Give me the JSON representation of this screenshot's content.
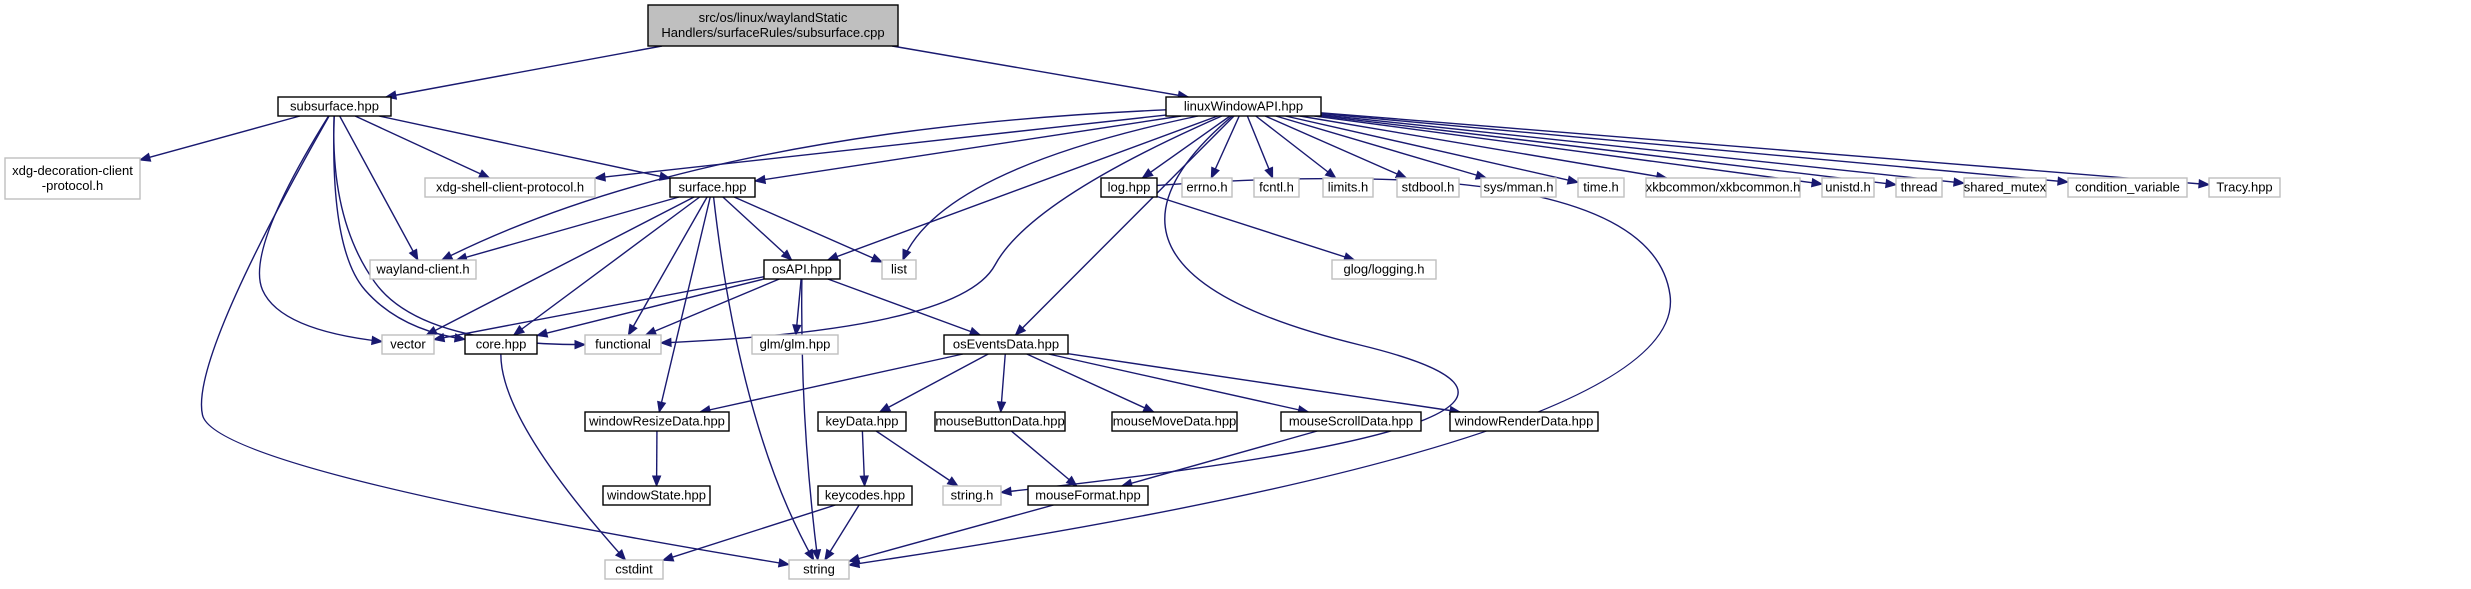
{
  "colors": {
    "edge": "#191970",
    "root_fill": "#bfbfbf",
    "project_border": "#000000",
    "external_border": "#bfbfbf",
    "external_text": "#555555",
    "text": "#000000"
  },
  "nodes": [
    {
      "id": "root",
      "kind": "root",
      "lines": [
        "src/os/linux/waylandStatic",
        "Handlers/surfaceRules/subsurface.cpp"
      ]
    },
    {
      "id": "subsurface_hpp",
      "kind": "project",
      "lines": [
        "subsurface.hpp"
      ]
    },
    {
      "id": "linuxWindowAPI_hpp",
      "kind": "project",
      "lines": [
        "linuxWindowAPI.hpp"
      ]
    },
    {
      "id": "xdg_decoration",
      "kind": "external",
      "lines": [
        "xdg-decoration-client",
        "-protocol.h"
      ]
    },
    {
      "id": "xdg_shell",
      "kind": "external",
      "lines": [
        "xdg-shell-client-protocol.h"
      ]
    },
    {
      "id": "surface_hpp",
      "kind": "project",
      "lines": [
        "surface.hpp"
      ]
    },
    {
      "id": "log_hpp",
      "kind": "project",
      "lines": [
        "log.hpp"
      ]
    },
    {
      "id": "errno_h",
      "kind": "external",
      "lines": [
        "errno.h"
      ]
    },
    {
      "id": "fcntl_h",
      "kind": "external",
      "lines": [
        "fcntl.h"
      ]
    },
    {
      "id": "limits_h",
      "kind": "external",
      "lines": [
        "limits.h"
      ]
    },
    {
      "id": "stdbool_h",
      "kind": "external",
      "lines": [
        "stdbool.h"
      ]
    },
    {
      "id": "sys_mman_h",
      "kind": "external",
      "lines": [
        "sys/mman.h"
      ]
    },
    {
      "id": "time_h",
      "kind": "external",
      "lines": [
        "time.h"
      ]
    },
    {
      "id": "xkbcommon_h",
      "kind": "external",
      "lines": [
        "xkbcommon/xkbcommon.h"
      ]
    },
    {
      "id": "unistd_h",
      "kind": "external",
      "lines": [
        "unistd.h"
      ]
    },
    {
      "id": "thread",
      "kind": "external",
      "lines": [
        "thread"
      ]
    },
    {
      "id": "shared_mutex",
      "kind": "external",
      "lines": [
        "shared_mutex"
      ]
    },
    {
      "id": "condition_variable",
      "kind": "external",
      "lines": [
        "condition_variable"
      ]
    },
    {
      "id": "tracy_hpp",
      "kind": "external",
      "lines": [
        "Tracy.hpp"
      ]
    },
    {
      "id": "wayland_client_h",
      "kind": "external",
      "lines": [
        "wayland-client.h"
      ]
    },
    {
      "id": "list",
      "kind": "external",
      "lines": [
        "list"
      ]
    },
    {
      "id": "osAPI_hpp",
      "kind": "project",
      "lines": [
        "osAPI.hpp"
      ]
    },
    {
      "id": "glog_logging_h",
      "kind": "external",
      "lines": [
        "glog/logging.h"
      ]
    },
    {
      "id": "vector",
      "kind": "external",
      "lines": [
        "vector"
      ]
    },
    {
      "id": "core_hpp",
      "kind": "project",
      "lines": [
        "core.hpp"
      ]
    },
    {
      "id": "functional",
      "kind": "external",
      "lines": [
        "functional"
      ]
    },
    {
      "id": "glm_glm_hpp",
      "kind": "external",
      "lines": [
        "glm/glm.hpp"
      ]
    },
    {
      "id": "osEventsData_hpp",
      "kind": "project",
      "lines": [
        "osEventsData.hpp"
      ]
    },
    {
      "id": "windowResizeData_hpp",
      "kind": "project",
      "lines": [
        "windowResizeData.hpp"
      ]
    },
    {
      "id": "keyData_hpp",
      "kind": "project",
      "lines": [
        "keyData.hpp"
      ]
    },
    {
      "id": "mouseButtonData_hpp",
      "kind": "project",
      "lines": [
        "mouseButtonData.hpp"
      ]
    },
    {
      "id": "mouseMoveData_hpp",
      "kind": "project",
      "lines": [
        "mouseMoveData.hpp"
      ]
    },
    {
      "id": "mouseScrollData_hpp",
      "kind": "project",
      "lines": [
        "mouseScrollData.hpp"
      ]
    },
    {
      "id": "windowRenderData_hpp",
      "kind": "project",
      "lines": [
        "windowRenderData.hpp"
      ]
    },
    {
      "id": "windowState_hpp",
      "kind": "project",
      "lines": [
        "windowState.hpp"
      ]
    },
    {
      "id": "keycodes_hpp",
      "kind": "project",
      "lines": [
        "keycodes.hpp"
      ]
    },
    {
      "id": "string_h",
      "kind": "external",
      "lines": [
        "string.h"
      ]
    },
    {
      "id": "mouseFormat_hpp",
      "kind": "project",
      "lines": [
        "mouseFormat.hpp"
      ]
    },
    {
      "id": "cstdint",
      "kind": "external",
      "lines": [
        "cstdint"
      ]
    },
    {
      "id": "string",
      "kind": "external",
      "lines": [
        "string"
      ]
    }
  ],
  "edges": [
    {
      "from": "root",
      "to": "subsurface_hpp"
    },
    {
      "from": "root",
      "to": "linuxWindowAPI_hpp"
    },
    {
      "from": "subsurface_hpp",
      "to": "xdg_decoration"
    },
    {
      "from": "subsurface_hpp",
      "to": "xdg_shell"
    },
    {
      "from": "subsurface_hpp",
      "to": "surface_hpp"
    },
    {
      "from": "subsurface_hpp",
      "to": "wayland_client_h"
    },
    {
      "from": "subsurface_hpp",
      "to": "vector"
    },
    {
      "from": "subsurface_hpp",
      "to": "core_hpp"
    },
    {
      "from": "subsurface_hpp",
      "to": "functional"
    },
    {
      "from": "subsurface_hpp",
      "to": "string"
    },
    {
      "from": "linuxWindowAPI_hpp",
      "to": "xdg_shell"
    },
    {
      "from": "linuxWindowAPI_hpp",
      "to": "surface_hpp"
    },
    {
      "from": "linuxWindowAPI_hpp",
      "to": "log_hpp"
    },
    {
      "from": "linuxWindowAPI_hpp",
      "to": "errno_h"
    },
    {
      "from": "linuxWindowAPI_hpp",
      "to": "fcntl_h"
    },
    {
      "from": "linuxWindowAPI_hpp",
      "to": "limits_h"
    },
    {
      "from": "linuxWindowAPI_hpp",
      "to": "stdbool_h"
    },
    {
      "from": "linuxWindowAPI_hpp",
      "to": "sys_mman_h"
    },
    {
      "from": "linuxWindowAPI_hpp",
      "to": "time_h"
    },
    {
      "from": "linuxWindowAPI_hpp",
      "to": "xkbcommon_h"
    },
    {
      "from": "linuxWindowAPI_hpp",
      "to": "unistd_h"
    },
    {
      "from": "linuxWindowAPI_hpp",
      "to": "thread"
    },
    {
      "from": "linuxWindowAPI_hpp",
      "to": "shared_mutex"
    },
    {
      "from": "linuxWindowAPI_hpp",
      "to": "condition_variable"
    },
    {
      "from": "linuxWindowAPI_hpp",
      "to": "tracy_hpp"
    },
    {
      "from": "linuxWindowAPI_hpp",
      "to": "wayland_client_h"
    },
    {
      "from": "linuxWindowAPI_hpp",
      "to": "list"
    },
    {
      "from": "linuxWindowAPI_hpp",
      "to": "osAPI_hpp"
    },
    {
      "from": "linuxWindowAPI_hpp",
      "to": "functional"
    },
    {
      "from": "linuxWindowAPI_hpp",
      "to": "osEventsData_hpp"
    },
    {
      "from": "linuxWindowAPI_hpp",
      "to": "string_h"
    },
    {
      "from": "log_hpp",
      "to": "glog_logging_h"
    },
    {
      "from": "log_hpp",
      "to": "string"
    },
    {
      "from": "surface_hpp",
      "to": "wayland_client_h"
    },
    {
      "from": "surface_hpp",
      "to": "osAPI_hpp"
    },
    {
      "from": "surface_hpp",
      "to": "list"
    },
    {
      "from": "surface_hpp",
      "to": "vector"
    },
    {
      "from": "surface_hpp",
      "to": "core_hpp"
    },
    {
      "from": "surface_hpp",
      "to": "functional"
    },
    {
      "from": "surface_hpp",
      "to": "windowResizeData_hpp"
    },
    {
      "from": "surface_hpp",
      "to": "string"
    },
    {
      "from": "osAPI_hpp",
      "to": "vector"
    },
    {
      "from": "osAPI_hpp",
      "to": "core_hpp"
    },
    {
      "from": "osAPI_hpp",
      "to": "functional"
    },
    {
      "from": "osAPI_hpp",
      "to": "glm_glm_hpp"
    },
    {
      "from": "osAPI_hpp",
      "to": "osEventsData_hpp"
    },
    {
      "from": "osAPI_hpp",
      "to": "string"
    },
    {
      "from": "core_hpp",
      "to": "cstdint"
    },
    {
      "from": "osEventsData_hpp",
      "to": "windowResizeData_hpp"
    },
    {
      "from": "osEventsData_hpp",
      "to": "keyData_hpp"
    },
    {
      "from": "osEventsData_hpp",
      "to": "mouseButtonData_hpp"
    },
    {
      "from": "osEventsData_hpp",
      "to": "mouseMoveData_hpp"
    },
    {
      "from": "osEventsData_hpp",
      "to": "mouseScrollData_hpp"
    },
    {
      "from": "osEventsData_hpp",
      "to": "windowRenderData_hpp"
    },
    {
      "from": "windowResizeData_hpp",
      "to": "windowState_hpp"
    },
    {
      "from": "keyData_hpp",
      "to": "keycodes_hpp"
    },
    {
      "from": "keyData_hpp",
      "to": "string_h"
    },
    {
      "from": "mouseButtonData_hpp",
      "to": "mouseFormat_hpp"
    },
    {
      "from": "mouseScrollData_hpp",
      "to": "mouseFormat_hpp"
    },
    {
      "from": "keycodes_hpp",
      "to": "cstdint"
    },
    {
      "from": "keycodes_hpp",
      "to": "string"
    },
    {
      "from": "mouseFormat_hpp",
      "to": "string"
    }
  ]
}
